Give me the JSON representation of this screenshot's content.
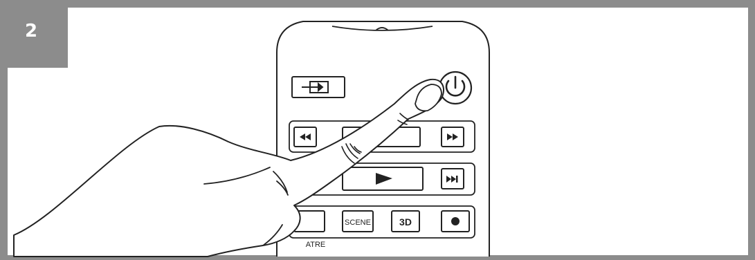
{
  "step": {
    "number": "2"
  },
  "remote": {
    "buttons": {
      "scene_label": "SCENE",
      "three_d_label": "3D",
      "theatre_label": "ATRE"
    }
  },
  "colors": {
    "frame_gray": "#8c8c8c",
    "line": "#222222",
    "button_fill": "#ffffff",
    "background": "#ffffff"
  }
}
